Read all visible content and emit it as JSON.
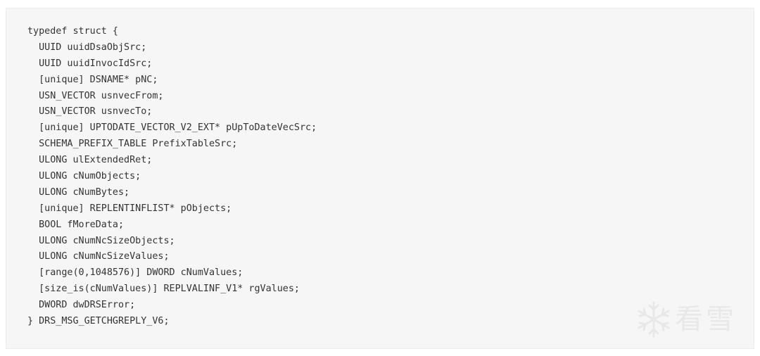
{
  "code_block": {
    "lines": [
      "typedef struct {",
      "  UUID uuidDsaObjSrc;",
      "  UUID uuidInvocIdSrc;",
      "  [unique] DSNAME* pNC;",
      "  USN_VECTOR usnvecFrom;",
      "  USN_VECTOR usnvecTo;",
      "  [unique] UPTODATE_VECTOR_V2_EXT* pUpToDateVecSrc;",
      "  SCHEMA_PREFIX_TABLE PrefixTableSrc;",
      "  ULONG ulExtendedRet;",
      "  ULONG cNumObjects;",
      "  ULONG cNumBytes;",
      "  [unique] REPLENTINFLIST* pObjects;",
      "  BOOL fMoreData;",
      "  ULONG cNumNcSizeObjects;",
      "  ULONG cNumNcSizeValues;",
      "  [range(0,1048576)] DWORD cNumValues;",
      "  [size_is(cNumValues)] REPLVALINF_V1* rgValues;",
      "  DWORD dwDRSError;",
      "} DRS_MSG_GETCHGREPLY_V6;"
    ]
  },
  "watermark": {
    "text": "看雪",
    "icon": "snowflake-icon",
    "color": "#e6e6e6"
  },
  "colors": {
    "code_background": "#f6f6f6",
    "code_text": "#333333"
  }
}
